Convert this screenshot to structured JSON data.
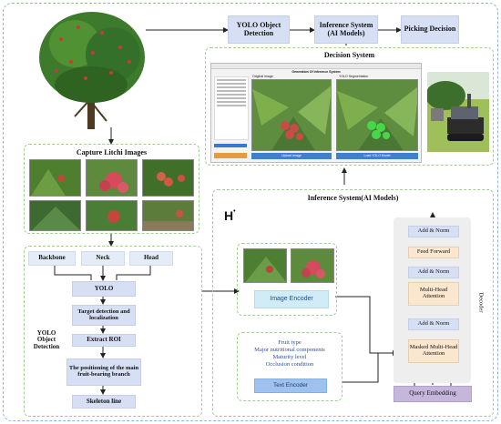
{
  "top_flow": {
    "yolo": "YOLO Object Detection",
    "inference": "Inference System (AI Models)",
    "picking": "Picking Decision"
  },
  "decision_system": {
    "title": "Decision System",
    "window_title": "Generation Of Inference System",
    "image_caption_left": "Original Image",
    "image_caption_right": "YOLO Segmentation",
    "button_left": "Upload Image",
    "button_right": "Load YOLO Model"
  },
  "capture": {
    "title": "Capture Litchi Images"
  },
  "inference_system": {
    "title": "Inference System(AI Models)",
    "image_encoder": "Image Encoder",
    "text_lines": [
      "Fruit type",
      "Major nutritional components",
      "Maturity level",
      "Occlusion condition"
    ],
    "text_encoder": "Text Encoder",
    "decoder": {
      "add_norm_top": "Add & Norm",
      "feed_forward": "Feed Forward",
      "add_norm_mid": "Add & Norm",
      "multi_head": "Multi-Head Attention",
      "add_norm_low": "Add & Norm",
      "masked": "Masked Multi-Head Attention",
      "label": "Decoder"
    },
    "query": "Query Embedding"
  },
  "yolo_detection": {
    "label": "YOLO Object Detection",
    "backbone": "Backbone",
    "neck": "Neck",
    "head": "Head",
    "yolo": "YOLO",
    "step1": "Target detection and localization",
    "step2": "Extract ROI",
    "step3": "The positioning of the main fruit-bearing branch",
    "step4": "Skeleton line"
  },
  "colors": {
    "box_blue": "#d6dff3",
    "box_peach": "#fbe7cf",
    "box_purple": "#c5b7dc",
    "dash_green": "#9dcf8e",
    "dash_blue": "#8fb3dc"
  }
}
